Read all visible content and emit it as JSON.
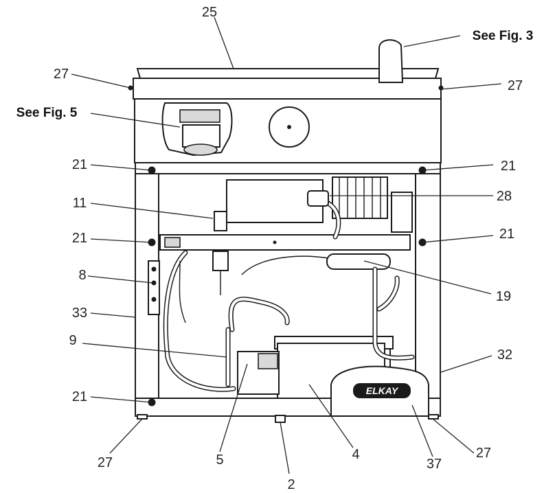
{
  "figure": {
    "brand_logo": "ELKAY",
    "callouts": {
      "c25": "25",
      "c27_top_left": "27",
      "c27_top_right": "27",
      "c21_a": "21",
      "c21_b": "21",
      "c21_c": "21",
      "c21_d": "21",
      "c21_e": "21",
      "c11": "11",
      "c28": "28",
      "c8": "8",
      "c19": "19",
      "c33": "33",
      "c9": "9",
      "c32": "32",
      "c5": "5",
      "c4": "4",
      "c37": "37",
      "c27_bottom_left": "27",
      "c27_bottom_right": "27",
      "c2": "2"
    },
    "references": {
      "fig3": "See Fig. 3",
      "fig5": "See Fig. 5"
    }
  }
}
